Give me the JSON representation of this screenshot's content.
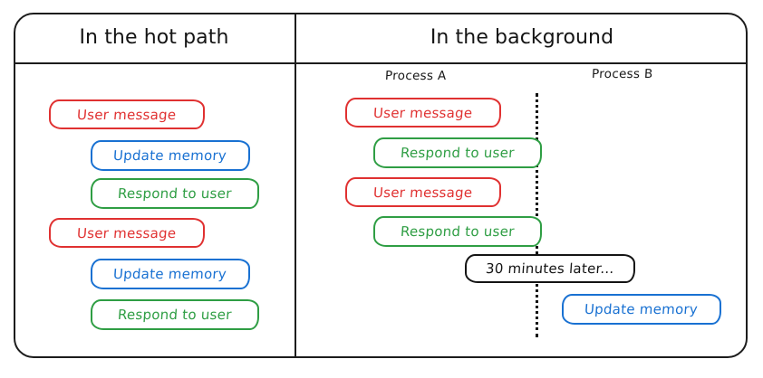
{
  "diagram": {
    "columns": [
      {
        "id": "hot-path",
        "title": "In the hot path"
      },
      {
        "id": "background",
        "title": "In the background"
      }
    ],
    "process_labels": [
      {
        "id": "process-a",
        "text": "Process A"
      },
      {
        "id": "process-b",
        "text": "Process B"
      }
    ],
    "colors": {
      "user_message": "#e03131",
      "update_memory": "#1971d2",
      "respond_to_user": "#2f9e44",
      "note": "#141414",
      "frame": "#1c1c1c"
    },
    "hot_path_steps": [
      {
        "label": "User message",
        "kind": "user-message"
      },
      {
        "label": "Update memory",
        "kind": "update-memory"
      },
      {
        "label": "Respond to user",
        "kind": "respond-to-user"
      },
      {
        "label": "User message",
        "kind": "user-message"
      },
      {
        "label": "Update memory",
        "kind": "update-memory"
      },
      {
        "label": "Respond to user",
        "kind": "respond-to-user"
      }
    ],
    "background_process_a_steps": [
      {
        "label": "User message",
        "kind": "user-message"
      },
      {
        "label": "Respond to user",
        "kind": "respond-to-user"
      },
      {
        "label": "User message",
        "kind": "user-message"
      },
      {
        "label": "Respond to user",
        "kind": "respond-to-user"
      }
    ],
    "time_note": {
      "label": "30 minutes later..."
    },
    "background_process_b_steps": [
      {
        "label": "Update memory",
        "kind": "update-memory"
      }
    ]
  }
}
